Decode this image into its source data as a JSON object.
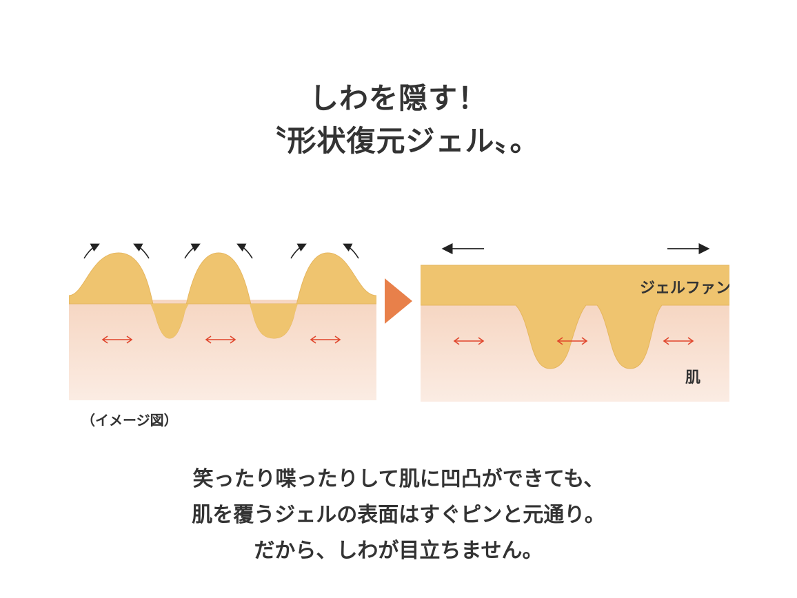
{
  "headline": {
    "line1": "しわを隠す！",
    "line2": "〝形状復元ジェル〟。"
  },
  "diagram": {
    "gel_label": "ジェルファンデ",
    "skin_label": "肌",
    "caption": "（イメージ図）"
  },
  "body": {
    "line1": "笑ったり喋ったりして肌に凹凸ができても、",
    "line2": "肌を覆うジェルの表面はすぐピンと元通り。",
    "line3": "だから、しわが目立ちません。"
  },
  "colors": {
    "gel": "#efc46f",
    "gel_edge": "#e4b45a",
    "skin_top": "#f7dccb",
    "skin_bottom": "#fbeee6",
    "arrow_red": "#e0442a",
    "next_arrow": "#e8804a"
  }
}
